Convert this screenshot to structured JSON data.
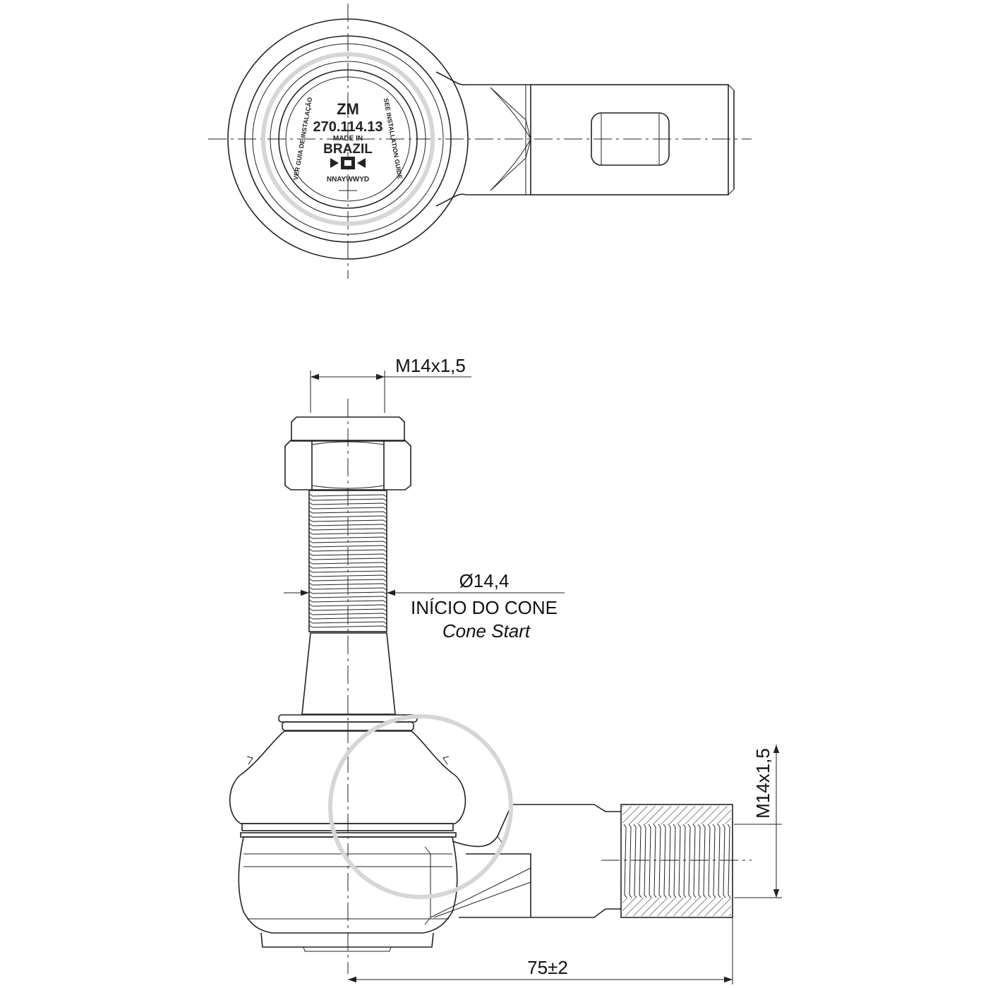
{
  "top_view": {
    "cap_brand": "ZM",
    "cap_part_number": "270.114.13",
    "cap_made_in": "MADE IN",
    "cap_country": "BRAZIL",
    "cap_date_code": "NNAYWWYD",
    "cap_ring_left": "VER GUIA DE INSTALAÇÃO",
    "cap_ring_right": "SEE INSTALLATION GUIDE"
  },
  "dimensions": {
    "stud_thread": "M14x1,5",
    "cone_diameter": "Ø14,4",
    "cone_label_pt": "INÍCIO DO CONE",
    "cone_label_en": "Cone Start",
    "side_thread": "M14x1,5",
    "overall_length": "75±2"
  }
}
